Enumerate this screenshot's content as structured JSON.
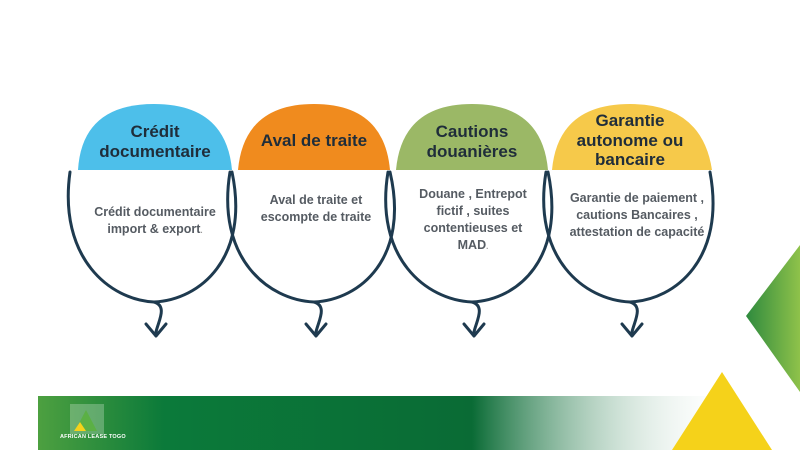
{
  "items": [
    {
      "title": "Crédit documentaire",
      "desc": "Crédit documentaire import & export",
      "suffix": ".",
      "color": "#4dbfea"
    },
    {
      "title": "Aval de traite",
      "desc": "Aval de traite et escompte de traite",
      "suffix": "",
      "color": "#f08b1e"
    },
    {
      "title": "Cautions douanières",
      "desc": "Douane , Entrepot fictif , suites contentieuses et MAD",
      "suffix": ".",
      "color": "#9bb866"
    },
    {
      "title": "Garantie autonome ou bancaire",
      "desc": "Garantie de paiement , cautions Bancaires , attestation de capacité",
      "suffix": "",
      "color": "#f6c94a"
    }
  ],
  "logo": {
    "text": "AFRICAN LEASE TOGO"
  },
  "colors": {
    "green_dark": "#0a6b35",
    "green_light": "#7ab646",
    "yellow": "#f5d21a",
    "navy": "#1e3a4f"
  }
}
